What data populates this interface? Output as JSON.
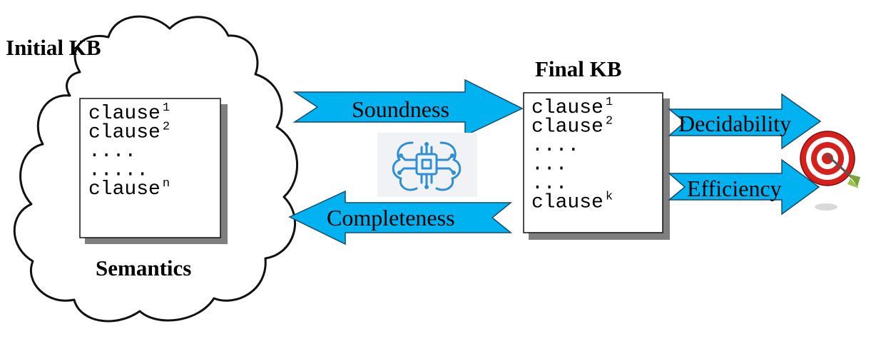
{
  "colors": {
    "arrow_fill": "#00b2f0",
    "arrow_stroke": "#1a4a6a",
    "chip_icon": "#2f8fd6",
    "chip_bg": "#f1f2f5",
    "target_red": "#d7201c",
    "shadow": "#7f7f7f"
  },
  "initial_kb": {
    "title": "Initial KB",
    "footer": "Semantics",
    "lines": [
      {
        "text": "clause",
        "sup": "1"
      },
      {
        "text": "clause",
        "sup": "2"
      },
      {
        "text": "....",
        "sup": ""
      },
      {
        "text": ".....",
        "sup": ""
      },
      {
        "text": "clause",
        "sup": "n"
      }
    ]
  },
  "final_kb": {
    "title": "Final KB",
    "lines": [
      {
        "text": "clause",
        "sup": "1"
      },
      {
        "text": "clause",
        "sup": "2"
      },
      {
        "text": "....",
        "sup": ""
      },
      {
        "text": "...",
        "sup": ""
      },
      {
        "text": "...",
        "sup": ""
      },
      {
        "text": "clause",
        "sup": "k"
      }
    ]
  },
  "arrows": {
    "soundness": "Soundness",
    "completeness": "Completeness",
    "decidability": "Decidability",
    "efficiency": "Efficiency"
  },
  "icons": {
    "center": "ai-brain-chip-icon",
    "goal": "target-with-arrow-icon"
  }
}
